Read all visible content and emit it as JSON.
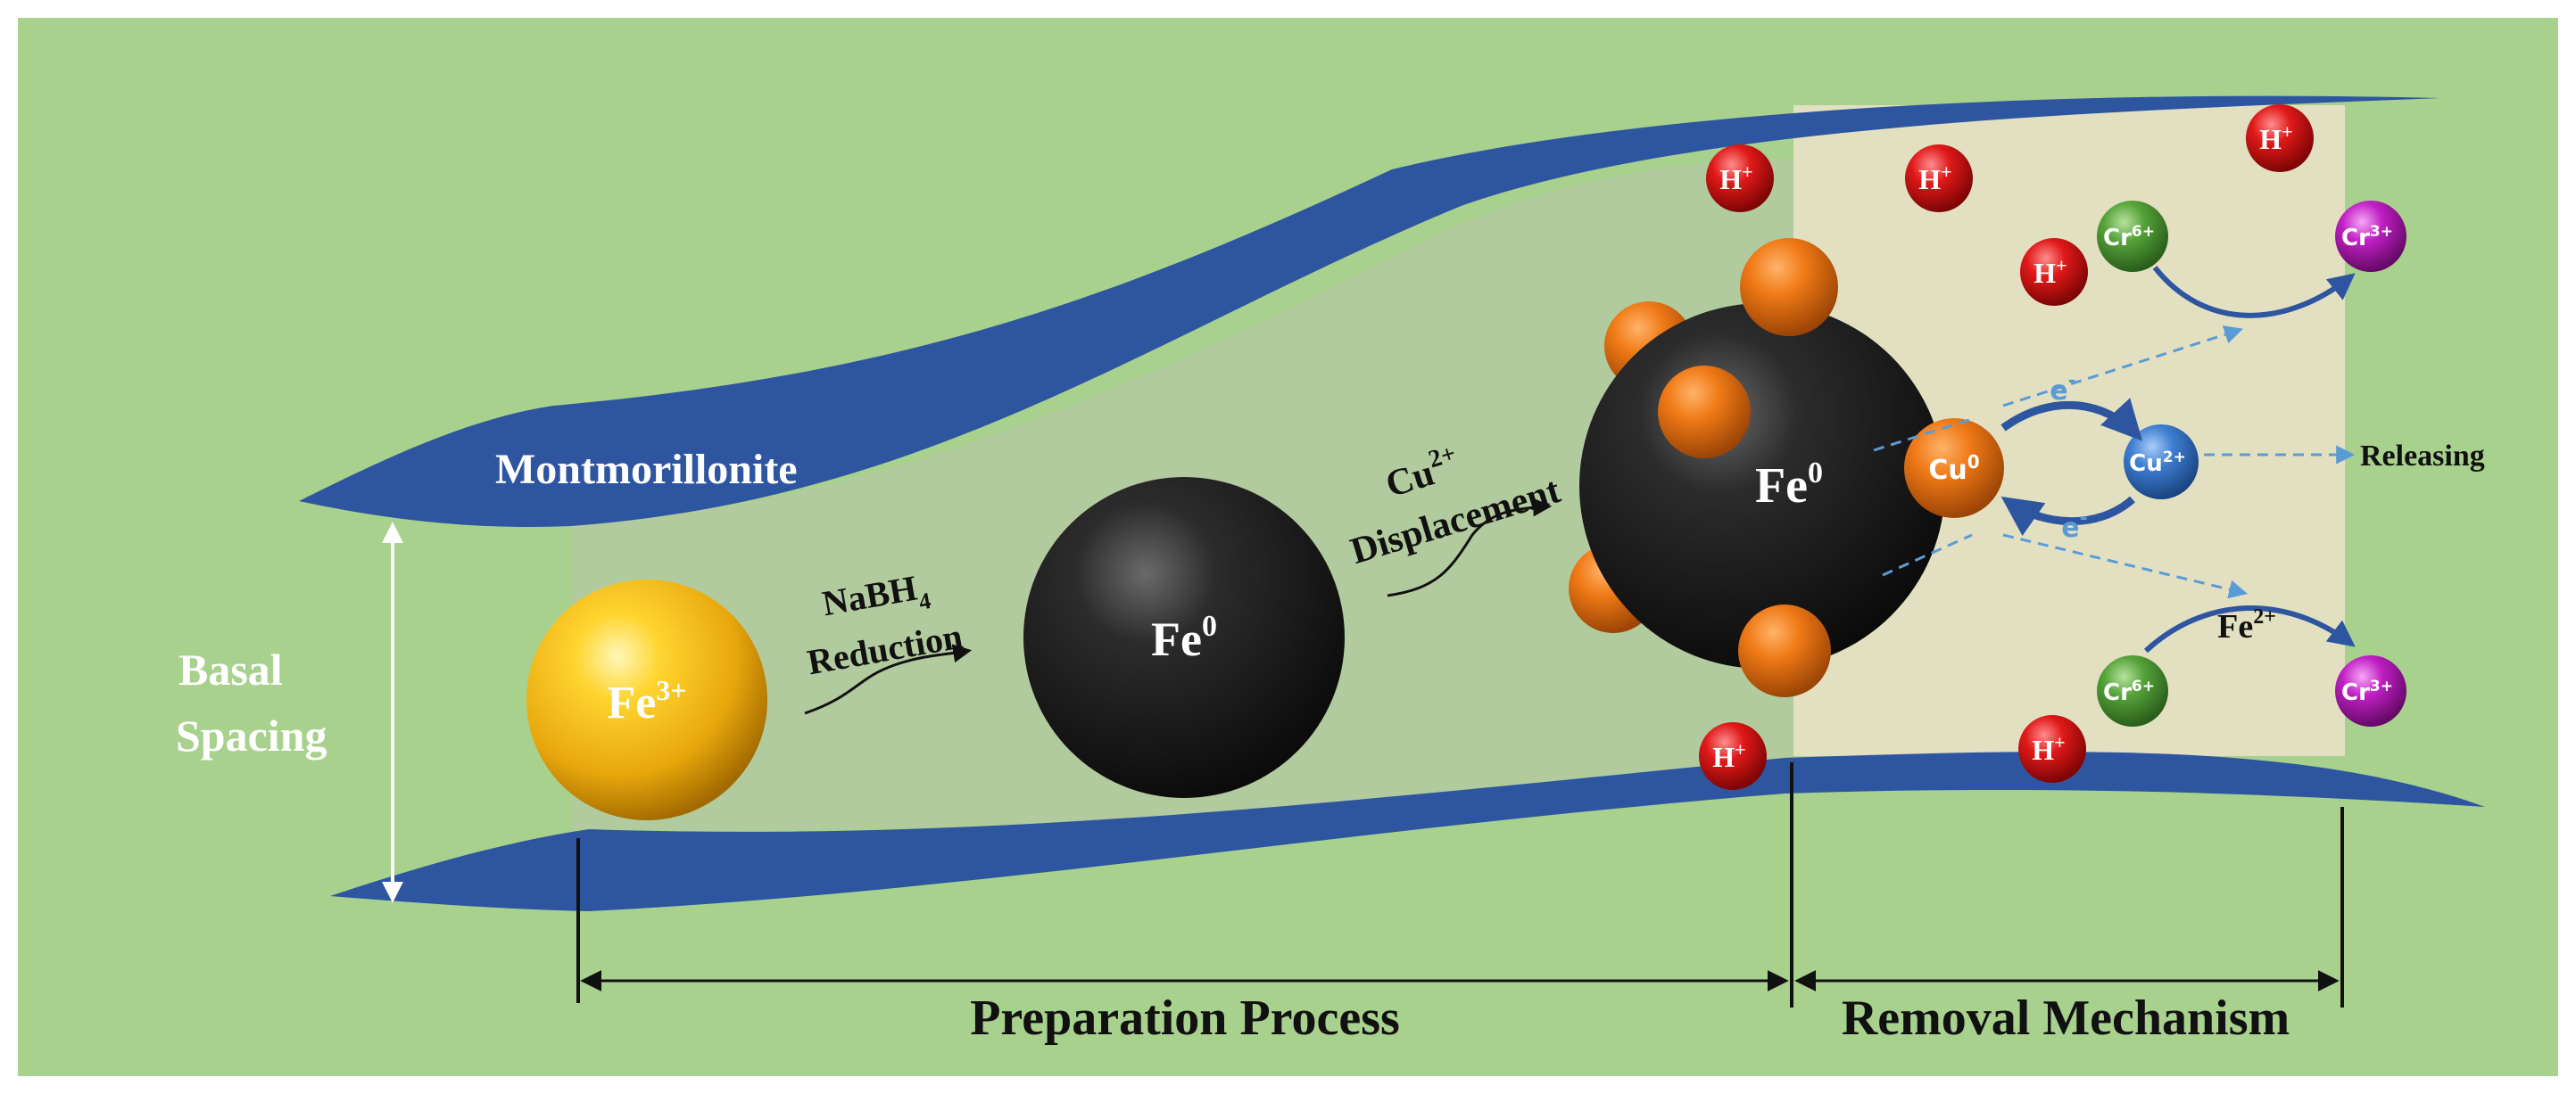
{
  "labels": {
    "montmorillonite": "Montmorillonite",
    "basal_line1": "Basal",
    "basal_line2": "Spacing",
    "nabh4_main": "NaBH",
    "nabh4_sub": "4",
    "reduction": "Reduction",
    "cu_main": "Cu",
    "cu_sup": "2+",
    "displacement": "Displacement",
    "releasing": "Releasing",
    "preparation": "Preparation Process",
    "removal": "Removal Mechanism",
    "electron_main": "e",
    "electron_sup": "-",
    "fe2_main": "Fe",
    "fe2_sup": "2+"
  },
  "spheres": {
    "fe3": {
      "main": "Fe",
      "sup": "3+"
    },
    "fe0_mid": {
      "main": "Fe",
      "sup": "0"
    },
    "fe0_big": {
      "main": "Fe",
      "sup": "0"
    },
    "cu0": {
      "main": "Cu",
      "sup": "0"
    },
    "cu2": {
      "main": "Cu",
      "sup": "2+"
    }
  },
  "ions": {
    "h": {
      "main": "H",
      "sup": "+"
    },
    "cr6": {
      "main": "Cr",
      "sup": "6+"
    },
    "cr3": {
      "main": "Cr",
      "sup": "3+"
    }
  },
  "colors": {
    "background": "#a8d18e",
    "clay_layer": "#2e56a0",
    "channel_left": "#b2cb9e",
    "channel_right": "#e3e0c2",
    "fe3_gold": "#f2b817",
    "fe0_black": "#1c1c1c",
    "cu_orange": "#f07a16",
    "h_red": "#e01919",
    "cr6_green": "#55a33a",
    "cr3_purple": "#c01fc4",
    "cu2_blue": "#3e7fd1",
    "dashed_arrow": "#5b9bd5"
  }
}
